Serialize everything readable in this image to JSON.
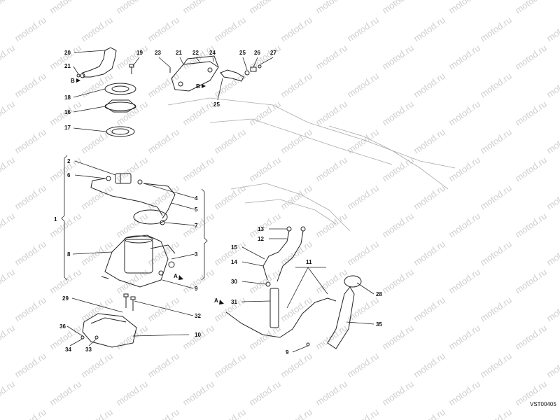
{
  "watermark_text": "motod.ru",
  "diagram_code": "VST00405",
  "callouts": {
    "n1": "1",
    "n2": "2",
    "n3": "3",
    "n4": "4",
    "n5": "5",
    "n6": "6",
    "n7": "7",
    "n8": "8",
    "n9a": "9",
    "n9b": "9",
    "n10": "10",
    "n11": "11",
    "n12": "12",
    "n13": "13",
    "n14": "14",
    "n15": "15",
    "n16": "16",
    "n17": "17",
    "n18": "18",
    "n19": "19",
    "n20": "20",
    "n21a": "21",
    "n21b": "21",
    "n22": "22",
    "n23": "23",
    "n24": "24",
    "n25a": "25",
    "n25b": "25",
    "n26": "26",
    "n27": "27",
    "n28": "28",
    "n29": "29",
    "n30": "30",
    "n31": "31",
    "n32": "32",
    "n33": "33",
    "n34": "34",
    "n35": "35",
    "n36": "36"
  },
  "view_markers": {
    "b1": "B",
    "b2": "B",
    "a1": "A",
    "a2": "A"
  }
}
